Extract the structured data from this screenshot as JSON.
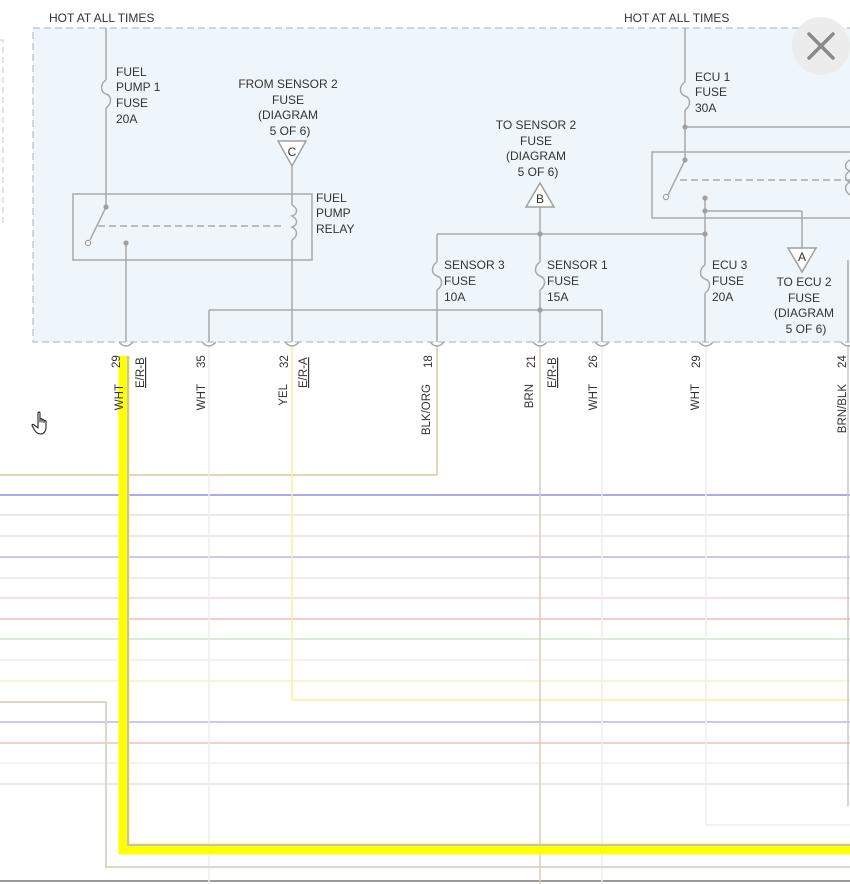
{
  "header": {
    "hot_left": "HOT AT ALL TIMES",
    "hot_right": "HOT AT ALL TIMES"
  },
  "fuses": {
    "fuel_pump1": [
      "FUEL",
      "PUMP 1",
      "FUSE",
      "20A"
    ],
    "ecu1": [
      "ECU 1",
      "FUSE",
      "30A"
    ],
    "sensor3": [
      "SENSOR 3",
      "FUSE",
      "10A"
    ],
    "sensor1": [
      "SENSOR 1",
      "FUSE",
      "15A"
    ],
    "ecu3": [
      "ECU 3",
      "FUSE",
      "20A"
    ]
  },
  "relay": {
    "label": [
      "FUEL",
      "PUMP",
      "RELAY"
    ]
  },
  "connectors": {
    "from_sensor2": [
      "FROM SENSOR 2",
      "FUSE",
      "(DIAGRAM",
      "5 OF 6)"
    ],
    "from_sensor2_letter": "C",
    "to_sensor2": [
      "TO SENSOR 2",
      "FUSE",
      "(DIAGRAM",
      "5 OF 6)"
    ],
    "to_sensor2_letter": "B",
    "to_ecu2": [
      "TO ECU 2",
      "FUSE",
      "(DIAGRAM",
      "5 OF 6)"
    ],
    "to_ecu2_letter": "A"
  },
  "pins": [
    {
      "num": "29",
      "wire": "WHT",
      "connector": "E/R-B"
    },
    {
      "num": "35",
      "wire": "WHT",
      "connector": ""
    },
    {
      "num": "32",
      "wire": "YEL",
      "connector": "E/R-A"
    },
    {
      "num": "18",
      "wire": "BLK/ORG",
      "connector": ""
    },
    {
      "num": "21",
      "wire": "BRN",
      "connector": "E/R-B"
    },
    {
      "num": "26",
      "wire": "WHT",
      "connector": ""
    },
    {
      "num": "29",
      "wire": "WHT",
      "connector": ""
    },
    {
      "num": "24",
      "wire": "BRN/BLK",
      "connector": ""
    }
  ],
  "icons": {
    "close": "close-icon",
    "cursor": "hand-pointer-icon"
  },
  "colors": {
    "panel_fill": "#eef6fb",
    "highlight": "#ffff00",
    "wire_gray": "#b5b5b5"
  }
}
